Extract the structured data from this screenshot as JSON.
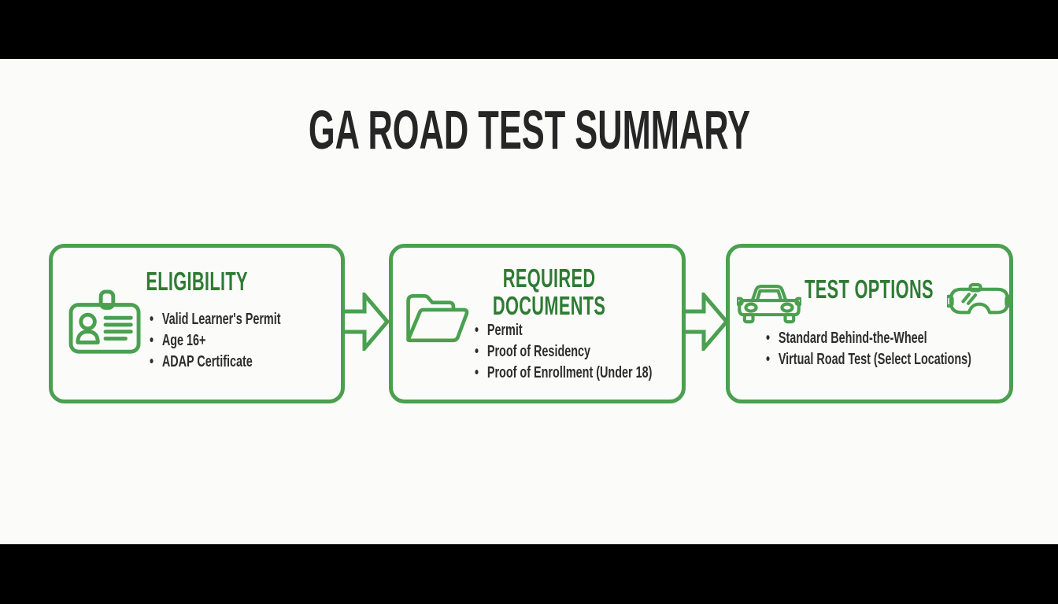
{
  "title": "GA ROAD TEST SUMMARY",
  "colors": {
    "accent_green": "#4aa04f",
    "heading_green": "#2e7b33",
    "text_dark": "#2d2d2d",
    "title_dark": "#262626",
    "slide_bg": "#fbfbfa",
    "letterbox": "#000000"
  },
  "boxes": [
    {
      "heading": "ELIGIBILITY",
      "icon": "id-card-icon",
      "items": [
        "Valid Learner's Permit",
        "Age 16+",
        "ADAP Certificate"
      ]
    },
    {
      "heading": "REQUIRED DOCUMENTS",
      "heading_lines": [
        "REQUIRED",
        "DOCUMENTS"
      ],
      "icon": "folder-icon",
      "items": [
        "Permit",
        "Proof of Residency",
        "Proof of Enrollment (Under 18)"
      ]
    },
    {
      "heading": "TEST OPTIONS",
      "icons": [
        "car-icon",
        "vr-goggles-icon"
      ],
      "items": [
        "Standard Behind-the-Wheel",
        "Virtual Road Test (Select Locations)"
      ]
    }
  ]
}
